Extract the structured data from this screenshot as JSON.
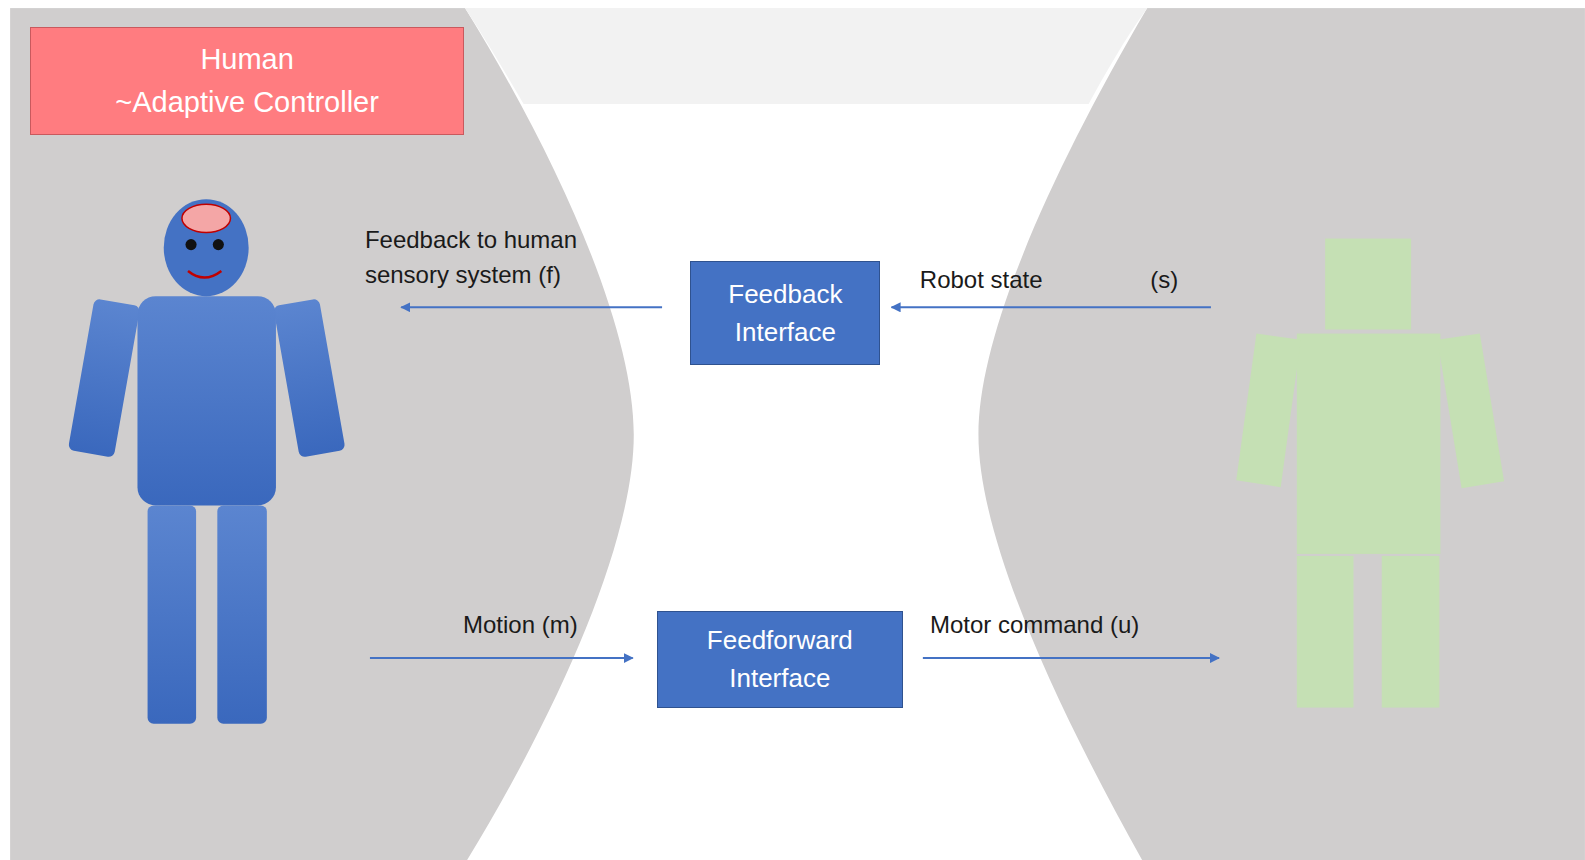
{
  "diagram": {
    "nodes": [
      {
        "text": [
          "Human",
          "~Adaptive Controller"
        ]
      },
      {
        "text": [
          "Feedback Interface"
        ]
      },
      {
        "text": [
          "Feedforward Interface"
        ]
      }
    ],
    "labels": [
      "Feedback to human sensory system (f)",
      "Robot state",
      "(s)",
      "Motion (m)",
      "Motor command (u)"
    ]
  }
}
